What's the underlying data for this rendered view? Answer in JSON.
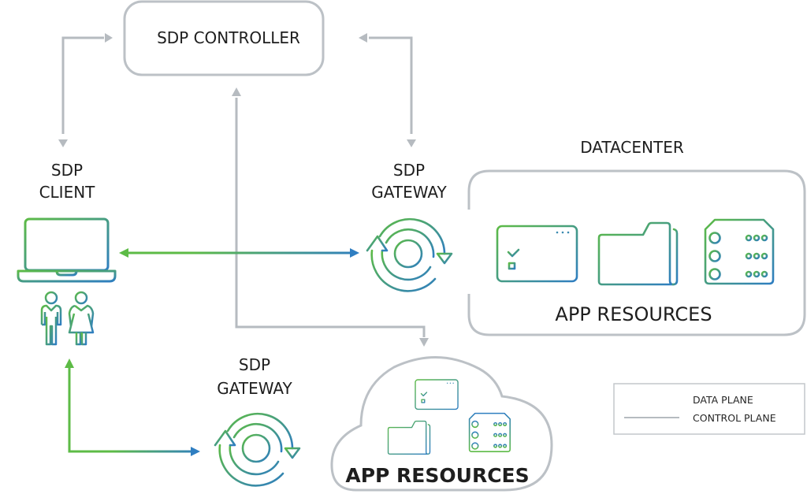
{
  "colors": {
    "control_plane": "#b6bbc0",
    "data_plane_start": "#5dbb46",
    "data_plane_end": "#2f7ec1",
    "text": "#1e1e1e"
  },
  "nodes": {
    "controller": {
      "label": "SDP CONTROLLER"
    },
    "client": {
      "label_line1": "SDP",
      "label_line2": "CLIENT",
      "icons": [
        "laptop-icon",
        "man-icon",
        "woman-icon"
      ]
    },
    "gateway_datacenter": {
      "label_line1": "SDP",
      "label_line2": "GATEWAY",
      "icon": "sync-arrows-icon"
    },
    "gateway_cloud": {
      "label_line1": "SDP",
      "label_line2": "GATEWAY",
      "icon": "sync-arrows-icon"
    },
    "datacenter": {
      "title": "DATACENTER",
      "resources_label": "APP RESOURCES",
      "icons": [
        "browser-app-icon",
        "folder-icon",
        "server-rack-icon"
      ]
    },
    "cloud": {
      "resources_label": "APP RESOURCES",
      "icons": [
        "browser-app-icon",
        "folder-icon",
        "server-rack-icon"
      ]
    }
  },
  "connections": [
    {
      "from": "client",
      "to": "controller",
      "type": "control plane"
    },
    {
      "from": "gateway_datacenter",
      "to": "controller",
      "type": "control plane"
    },
    {
      "from": "controller",
      "to": "cloud",
      "type": "control plane"
    },
    {
      "from": "client",
      "to": "gateway_datacenter",
      "type": "data plane"
    },
    {
      "from": "client",
      "to": "gateway_cloud",
      "type": "data plane"
    }
  ],
  "legend": {
    "items": [
      {
        "label": "DATA PLANE",
        "style": "data"
      },
      {
        "label": "CONTROL PLANE",
        "style": "control"
      }
    ]
  }
}
